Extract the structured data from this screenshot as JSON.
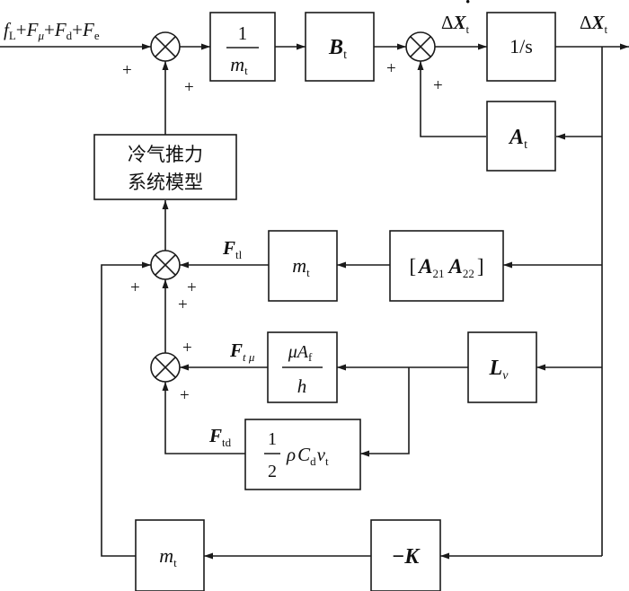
{
  "input_signal": {
    "f": "f",
    "f_sub": "L",
    "plus1": "+",
    "F1": "F",
    "F1_sub": "μ",
    "plus2": "+",
    "F2": "F",
    "F2_sub": "d",
    "plus3": "+",
    "F3": "F",
    "F3_sub": "e"
  },
  "blocks": {
    "inv_mass": {
      "num": "1",
      "den": "m",
      "den_sub": "t"
    },
    "B": {
      "main": "B",
      "sub": "t"
    },
    "integrator": {
      "label": "1/s"
    },
    "A": {
      "main": "A",
      "sub": "t"
    },
    "cold_gas": {
      "line1": "冷气推力",
      "line2": "系统模型"
    },
    "mass_top": {
      "main": "m",
      "sub": "t"
    },
    "A21A22": {
      "lb": "[",
      "a1": "A",
      "a1_sub": "21",
      "a2": "A",
      "a2_sub": "22",
      "rb": "]"
    },
    "friction": {
      "mu": "μ",
      "A": "A",
      "A_sub": "f",
      "den": "h"
    },
    "Lv": {
      "main": "L",
      "sub": "v"
    },
    "drag": {
      "num": "1",
      "den": "2",
      "rho": "ρ",
      "C": "C",
      "C_sub": "d",
      "v": "v",
      "v_sub": "t"
    },
    "mass_bottom": {
      "main": "m",
      "sub": "t"
    },
    "negK": {
      "label": "−K"
    }
  },
  "signals": {
    "xdot": {
      "delta": "Δ",
      "X": "X",
      "sub": "t",
      "dot": "·"
    },
    "x": {
      "delta": "Δ",
      "X": "X",
      "sub": "t"
    },
    "Ftl": {
      "F": "F",
      "sub": "tl"
    },
    "Ftmu": {
      "F": "F",
      "sub": "t μ"
    },
    "Ftd": {
      "F": "F",
      "sub": "td"
    }
  },
  "signs": {
    "s1_left": "+",
    "s1_bottom": "+",
    "s2_left": "+",
    "s2_bottom": "+",
    "s3_left": "+",
    "s3_right": "+",
    "s3_bottom": "+",
    "s4_right": "+",
    "s4_bottom": "+"
  }
}
